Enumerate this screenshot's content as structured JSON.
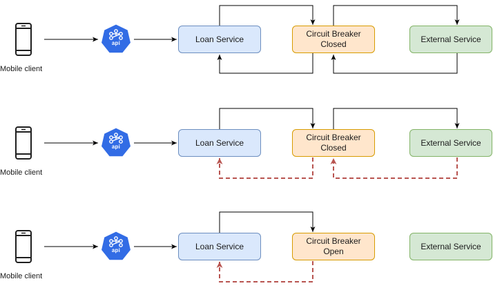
{
  "rows": [
    {
      "client_label": "Mobile client",
      "api_label": "api",
      "loan_label": "Loan Service",
      "breaker_label": "Circuit Breaker\nClosed",
      "external_label": "External Service"
    },
    {
      "client_label": "Mobile client",
      "api_label": "api",
      "loan_label": "Loan Service",
      "breaker_label": "Circuit Breaker\nClosed",
      "external_label": "External Service"
    },
    {
      "client_label": "Mobile client",
      "api_label": "api",
      "loan_label": "Loan Service",
      "breaker_label": "Circuit Breaker\nOpen",
      "external_label": "External Service"
    }
  ],
  "colors": {
    "arrow": "#000000",
    "failure_arrow": "#b85450",
    "api_blue": "#326ce5",
    "loan_fill": "#dae8fc",
    "breaker_fill": "#ffe6cc",
    "external_fill": "#d5e8d4"
  },
  "icons": {
    "client": "mobile-phone-icon",
    "gateway": "kubernetes-api-icon"
  }
}
